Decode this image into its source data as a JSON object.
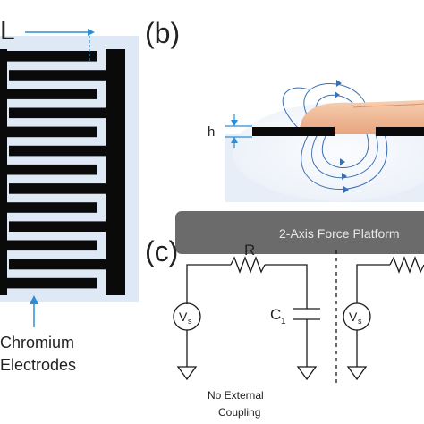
{
  "panel_a": {
    "dimension_label": "L",
    "caption_line1": "Chromium",
    "caption_line2": "Electrodes"
  },
  "panel_b": {
    "panel_label": "(b)",
    "height_label": "h",
    "platform_label": "2-Axis Force Platform"
  },
  "panel_c": {
    "panel_label": "(c)",
    "resistor_label": "R",
    "capacitor_label": "C",
    "capacitor_subscript": "1",
    "source_label_left": "V",
    "source_sub_left": "s",
    "source_label_right": "V",
    "source_sub_right": "s",
    "caption_line1": "No External",
    "caption_line2": "Coupling"
  },
  "colors": {
    "electrode": "#0a0a0a",
    "substrate": "#dfe9f6",
    "accent_blue": "#2a8fd6",
    "field_line": "#3a6fb0",
    "platform": "#6b6b6b",
    "skin": "#f0b894"
  }
}
